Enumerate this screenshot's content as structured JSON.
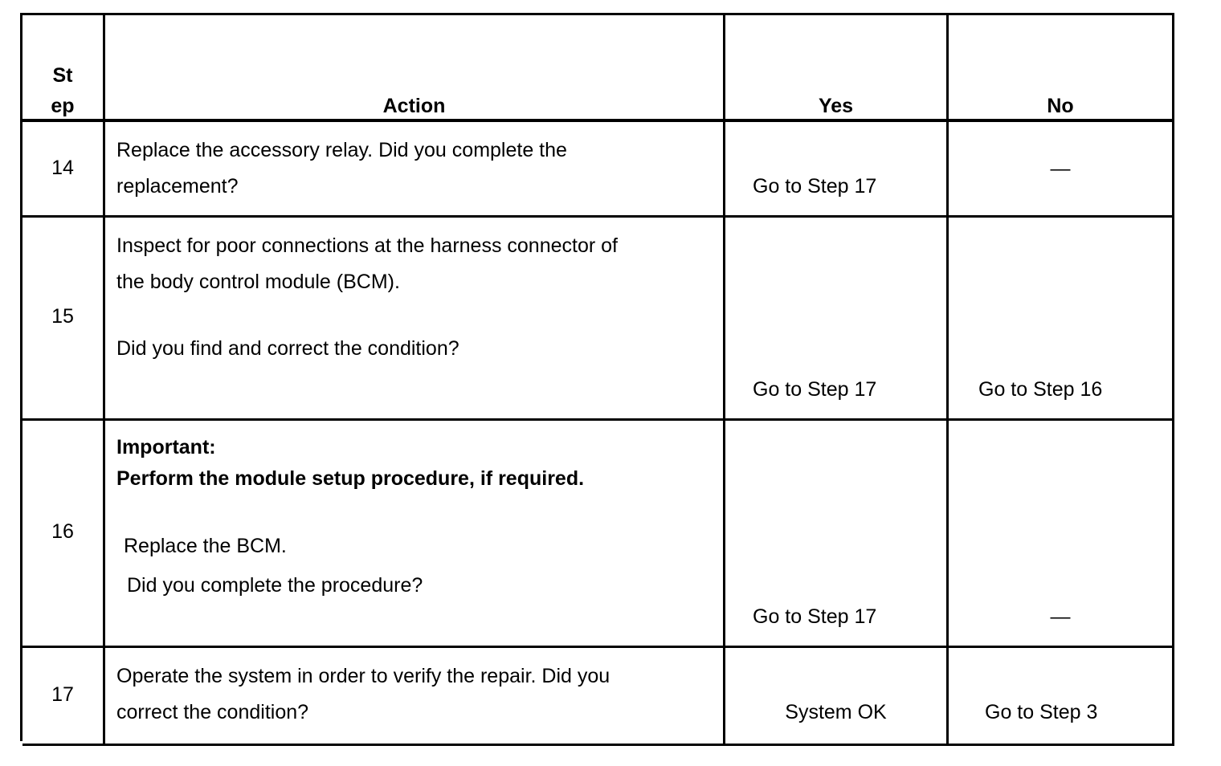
{
  "header": {
    "step_line1": "St",
    "step_line2": "ep",
    "action": "Action",
    "yes": "Yes",
    "no": "No"
  },
  "rows": [
    {
      "step": "14",
      "action_lines": [
        "Replace the accessory relay. Did you complete the",
        "replacement?"
      ],
      "yes": "Go to Step 17",
      "no": "—"
    },
    {
      "step": "15",
      "action_lines": [
        "Inspect for poor connections at the harness connector of",
        "the body control module (BCM).",
        "Did you find and correct the condition?"
      ],
      "yes": "Go to Step 17",
      "no": "Go to Step 16"
    },
    {
      "step": "16",
      "important_label": "Important:",
      "important_text": "Perform the module setup procedure, if required.",
      "action_lines": [
        "Replace the BCM.",
        "Did you complete the procedure?"
      ],
      "yes": "Go to Step 17",
      "no": "—"
    },
    {
      "step": "17",
      "action_lines": [
        "Operate the system in order to verify the repair. Did you",
        "correct the condition?"
      ],
      "yes": "System OK",
      "no": "Go to Step 3"
    }
  ]
}
